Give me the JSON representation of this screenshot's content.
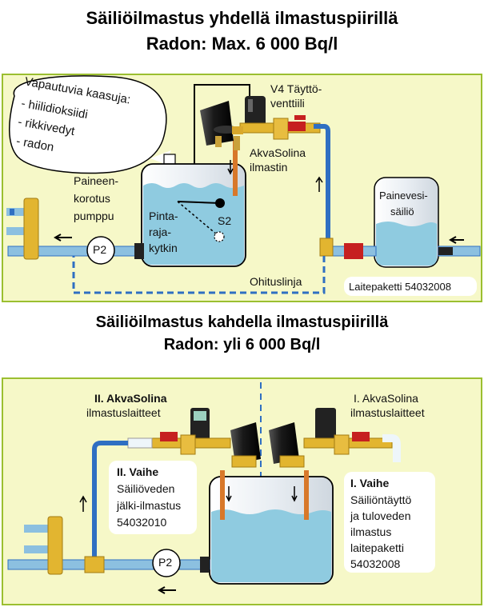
{
  "section1": {
    "title": "Säiliöilmastus yhdellä ilmastuspiirillä",
    "subtitle": "Radon: Max. 6 000 Bq/l",
    "bubble": [
      "Vapautuvia kaasuja:",
      "- hiilidioksiidi",
      "- rikkivedyt",
      "- radon"
    ],
    "valve_label": [
      "V4 Täyttö-",
      "venttiili"
    ],
    "aerator_label": [
      "AkvaSolina",
      "ilmastin"
    ],
    "pump_label": [
      "Paineen-",
      "korotus",
      "pumppu"
    ],
    "level_switch_label": [
      "Pinta-",
      "raja-",
      "kytkin"
    ],
    "s2_label": "S2",
    "pump_symbol": "P2",
    "pressure_tank_label": [
      "Painevesi-",
      "säiliö"
    ],
    "bypass_label": "Ohituslinja",
    "package_label": "Laitepaketti 54032008"
  },
  "section2": {
    "title": "Säiliöilmastus kahdella ilmastuspiirillä",
    "subtitle": "Radon: yli 6 000 Bq/l",
    "stage2_header": [
      "II. AkvaSolina",
      "ilmastuslaitteet"
    ],
    "stage1_header": [
      "I. AkvaSolina",
      "ilmastuslaitteet"
    ],
    "stage2_box": {
      "title": "II. Vaihe",
      "lines": [
        "Säiliöveden",
        "jälki-ilmastus",
        "54032010"
      ]
    },
    "stage1_box": {
      "title": "I. Vaihe",
      "lines": [
        "Säiliöntäyttö",
        "ja tuloveden",
        "ilmastus",
        "laitepaketti",
        "54032008"
      ]
    },
    "pump_symbol": "P2"
  },
  "colors": {
    "panel_bg": "#f6f8c8",
    "panel_border": "#9bbf30",
    "pipe_blue": "#2f6fc2",
    "pipe_light": "#8cc0e0",
    "water": "#8fcbe0",
    "brass": "#e2b530",
    "red_valve": "#cc2222"
  }
}
